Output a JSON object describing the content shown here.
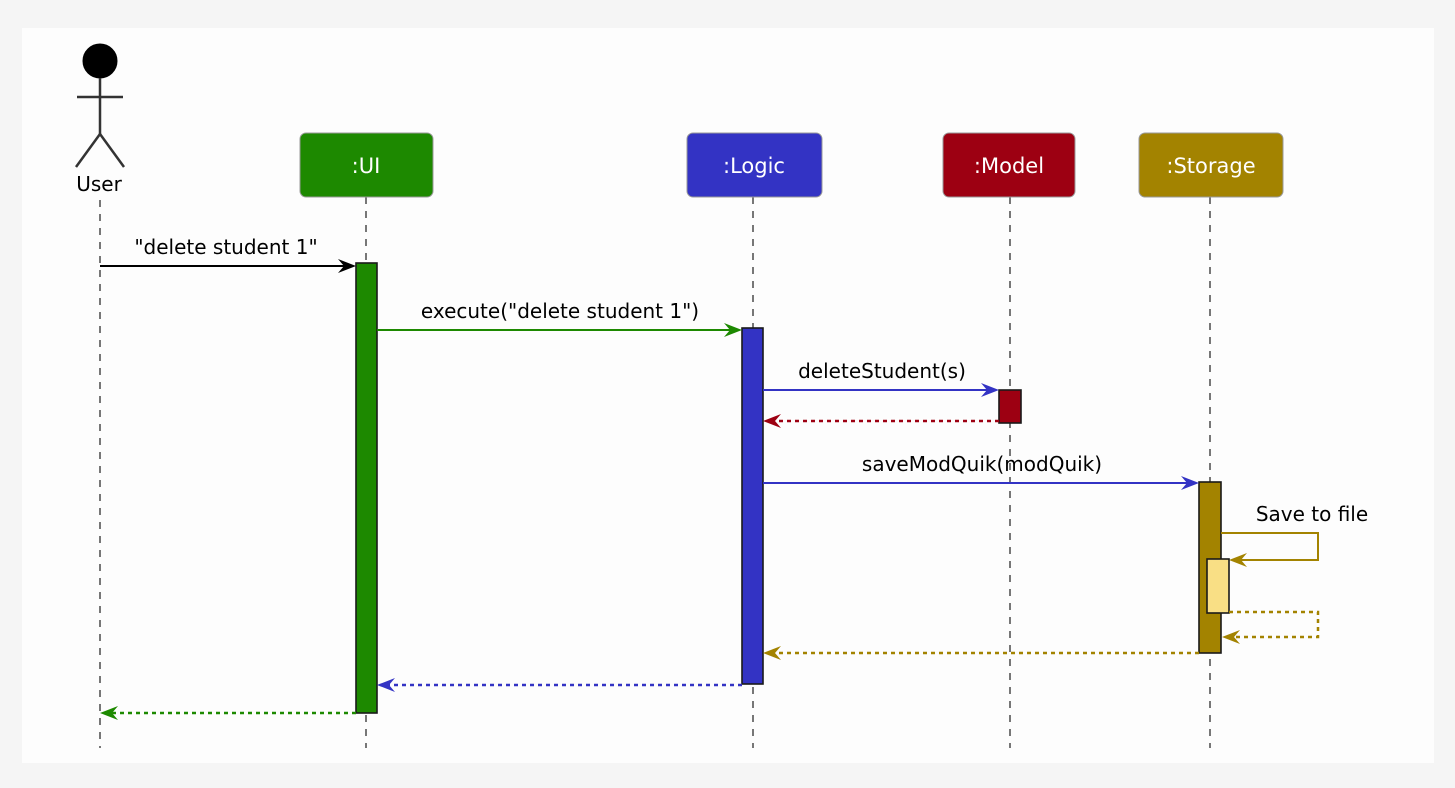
{
  "diagram_type": "uml-sequence-diagram",
  "canvas": {
    "background": "#f5f5f5",
    "panel_background": "#fdfdfd",
    "lifeline_color": "#777777",
    "activation_border": "#1a1a1a"
  },
  "actor": {
    "label": "User",
    "color": "#000000"
  },
  "participants": [
    {
      "label": ":UI",
      "color": "#1D8900",
      "text_color": "#FFFFFF"
    },
    {
      "label": ":Logic",
      "color": "#3333C4",
      "text_color": "#FFFFFF"
    },
    {
      "label": ":Model",
      "color": "#9D0012",
      "text_color": "#FFFFFF"
    },
    {
      "label": ":Storage",
      "color": "#A38300",
      "text_color": "#FFFFFF"
    }
  ],
  "activations": {
    "ui": {
      "color": "#1D8900"
    },
    "logic": {
      "color": "#3333C4"
    },
    "model": {
      "color": "#9D0012"
    },
    "storage": {
      "color": "#A38300"
    },
    "storage_nested": {
      "color": "#F9DF85"
    }
  },
  "messages": [
    {
      "id": "m1",
      "label": "\"delete student 1\"",
      "from": "User",
      "to": ":UI",
      "color": "#000000",
      "line": "solid"
    },
    {
      "id": "m2",
      "label": "execute(\"delete student 1\")",
      "from": ":UI",
      "to": ":Logic",
      "color": "#1D8900",
      "line": "solid"
    },
    {
      "id": "m3",
      "label": "deleteStudent(s)",
      "from": ":Logic",
      "to": ":Model",
      "color": "#3333C4",
      "line": "solid"
    },
    {
      "id": "m4",
      "label": "",
      "from": ":Model",
      "to": ":Logic",
      "color": "#9D0012",
      "line": "dashed"
    },
    {
      "id": "m5",
      "label": "saveModQuik(modQuik)",
      "from": ":Logic",
      "to": ":Storage",
      "color": "#3333C4",
      "line": "solid"
    },
    {
      "id": "m6",
      "label": "Save to file",
      "from": ":Storage",
      "to": ":Storage",
      "color": "#A38300",
      "line": "solid"
    },
    {
      "id": "m7",
      "label": "",
      "from": ":Storage",
      "to": ":Storage",
      "color": "#A38300",
      "line": "dashed"
    },
    {
      "id": "m8",
      "label": "",
      "from": ":Storage",
      "to": ":Logic",
      "color": "#A38300",
      "line": "dashed"
    },
    {
      "id": "m9",
      "label": "",
      "from": ":Logic",
      "to": ":UI",
      "color": "#3333C4",
      "line": "dashed"
    },
    {
      "id": "m10",
      "label": "",
      "from": ":UI",
      "to": "User",
      "color": "#1D8900",
      "line": "dashed"
    }
  ]
}
